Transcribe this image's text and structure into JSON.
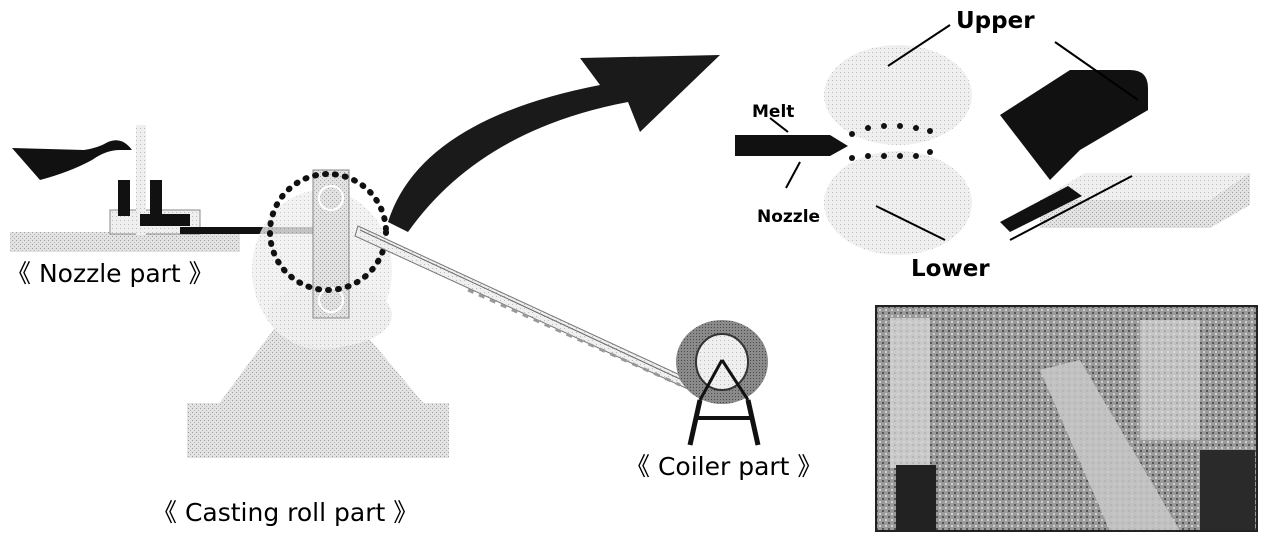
{
  "labels": {
    "nozzle_part": "《 Nozzle part 》",
    "casting_roll_part": "《 Casting roll part 》",
    "coiler_part": "《 Coiler part 》",
    "upper": "Upper",
    "lower": "Lower",
    "melt": "Melt",
    "nozzle": "Nozzle"
  }
}
